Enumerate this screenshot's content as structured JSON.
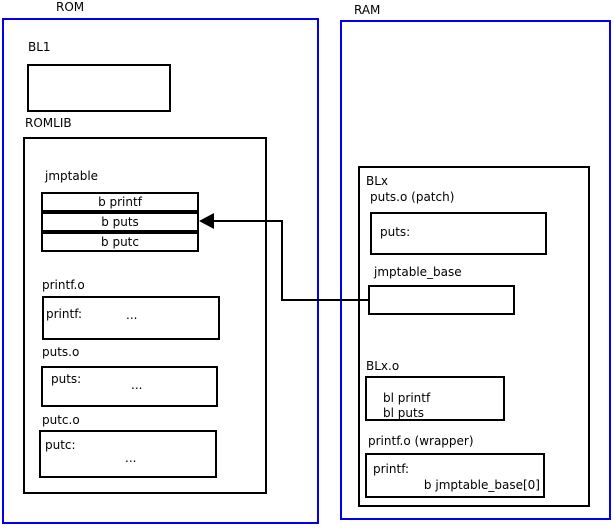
{
  "diagram": {
    "rom": {
      "title": "ROM",
      "bl1": {
        "label": "BL1"
      },
      "romlib": {
        "label": "ROMLIB",
        "jmptable": {
          "label": "jmptable",
          "rows": [
            "b printf",
            "b puts",
            "b putc"
          ]
        },
        "printf_o": {
          "label": "printf.o",
          "symbol": "printf:",
          "body": "..."
        },
        "puts_o": {
          "label": "puts.o",
          "symbol": "puts:",
          "body": "..."
        },
        "putc_o": {
          "label": "putc.o",
          "symbol": "putc:",
          "body": "..."
        }
      }
    },
    "ram": {
      "title": "RAM",
      "blx": {
        "label": "BLx",
        "puts_patch": {
          "label": "puts.o (patch)",
          "symbol": "puts:"
        },
        "jmptable_base": {
          "label": "jmptable_base"
        },
        "blx_o": {
          "label": "BLx.o",
          "lines": [
            "bl printf",
            "bl puts"
          ]
        },
        "printf_wrapper": {
          "label": "printf.o (wrapper)",
          "symbol": "printf:",
          "body": "b jmptable_base[0]"
        }
      }
    },
    "colors": {
      "region_border": "#0000ee",
      "box_border": "#000000",
      "arrow": "#000000",
      "background": "#ffffff"
    }
  }
}
